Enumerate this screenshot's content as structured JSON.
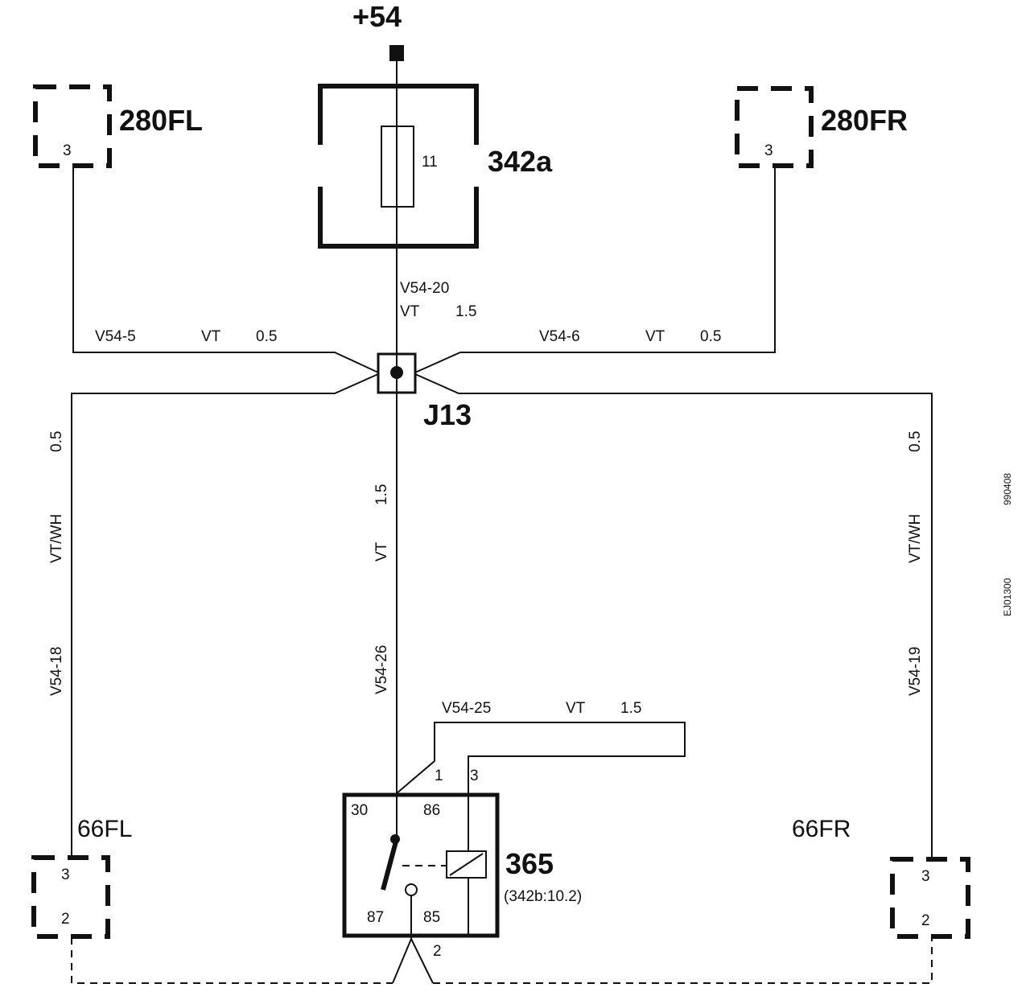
{
  "power": {
    "label": "+54"
  },
  "fuse_box": {
    "id": "342a",
    "fuse": "11"
  },
  "junction": {
    "id": "J13"
  },
  "relay": {
    "id": "365",
    "ref": "(342b:10.2)",
    "pin_30": "30",
    "pin_86": "86",
    "pin_87": "87",
    "pin_85": "85",
    "pin_1": "1",
    "pin_3": "3",
    "pin_2": "2"
  },
  "components": {
    "c280fl": {
      "label": "280FL",
      "pin": "3"
    },
    "c280fr": {
      "label": "280FR",
      "pin": "3"
    },
    "c66fl": {
      "label": "66FL",
      "pin_a": "3",
      "pin_b": "2"
    },
    "c66fr": {
      "label": "66FR",
      "pin_a": "3",
      "pin_b": "2"
    }
  },
  "wires": {
    "v54_20": {
      "id": "V54-20",
      "color": "VT",
      "size": "1.5"
    },
    "v54_5": {
      "id": "V54-5",
      "color": "VT",
      "size": "0.5"
    },
    "v54_6": {
      "id": "V54-6",
      "color": "VT",
      "size": "0.5"
    },
    "v54_18": {
      "id": "V54-18",
      "color": "VT/WH",
      "size": "0.5"
    },
    "v54_19": {
      "id": "V54-19",
      "color": "VT/WH",
      "size": "0.5"
    },
    "v54_26": {
      "id": "V54-26",
      "color": "VT",
      "size": "1.5"
    },
    "v54_25": {
      "id": "V54-25",
      "color": "VT",
      "size": "1.5"
    }
  },
  "side_codes": {
    "code_a": "990408",
    "code_b": "EJ01300"
  }
}
